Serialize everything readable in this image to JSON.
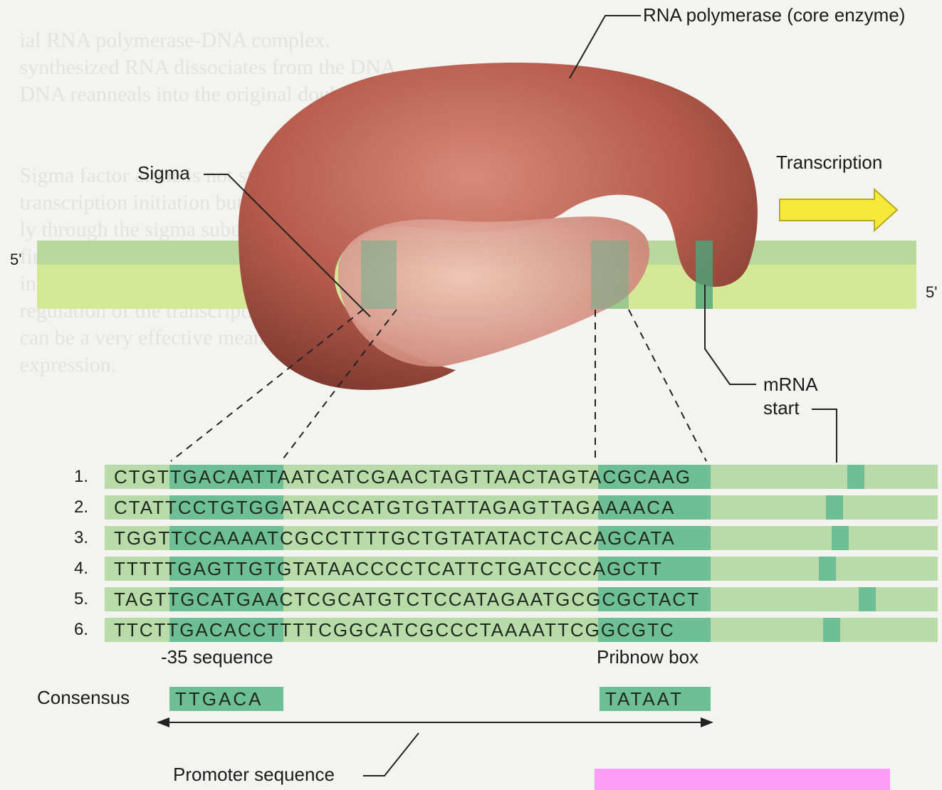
{
  "labels": {
    "polymerase": "RNA polymerase (core enzyme)",
    "sigma": "Sigma",
    "transcription": "Transcription",
    "five_prime_left": "5'",
    "five_prime_right": "5'",
    "mrna_line1": "mRNA",
    "mrna_line2": "start",
    "minus35": "-35 sequence",
    "pribnow": "Pribnow box",
    "consensus": "Consensus",
    "promoter": "Promoter sequence"
  },
  "sequences": [
    {
      "num": "1.",
      "seq": "CTGTTGACAATTAATCATCGAACTAGTTAACTAGTACGCAAG"
    },
    {
      "num": "2.",
      "seq": "CTATTCCTGTGGATAACCATGTGTATTAGAGTTAGAAAACA"
    },
    {
      "num": "3.",
      "seq": "TGGTTCCAAAATCGCCTTTTGCTGTATATACTCACAGCATA"
    },
    {
      "num": "4.",
      "seq": "TTTTTGAGTTGTGTATAACCCCTCATTCTGATCCCAGCTT"
    },
    {
      "num": "5.",
      "seq": "TAGTTGCATGAACTCGCATGTCTCCATAGAATGCGCGCTACT"
    },
    {
      "num": "6.",
      "seq": "TTCTTGACACCTTTTCGGCATCGCCCTAAAATTCGGCGTC"
    }
  ],
  "consensus": {
    "minus35": "TTGACA",
    "pribnow": "TATAAT"
  },
  "colors": {
    "enzyme": "#b45a4b",
    "enzyme_light": "#e0a79b",
    "dna_band": "#b9dba9",
    "box_highlight": "#6fbf96",
    "arrow": "#f5ea3a",
    "badge": "#ff9cf6"
  }
}
